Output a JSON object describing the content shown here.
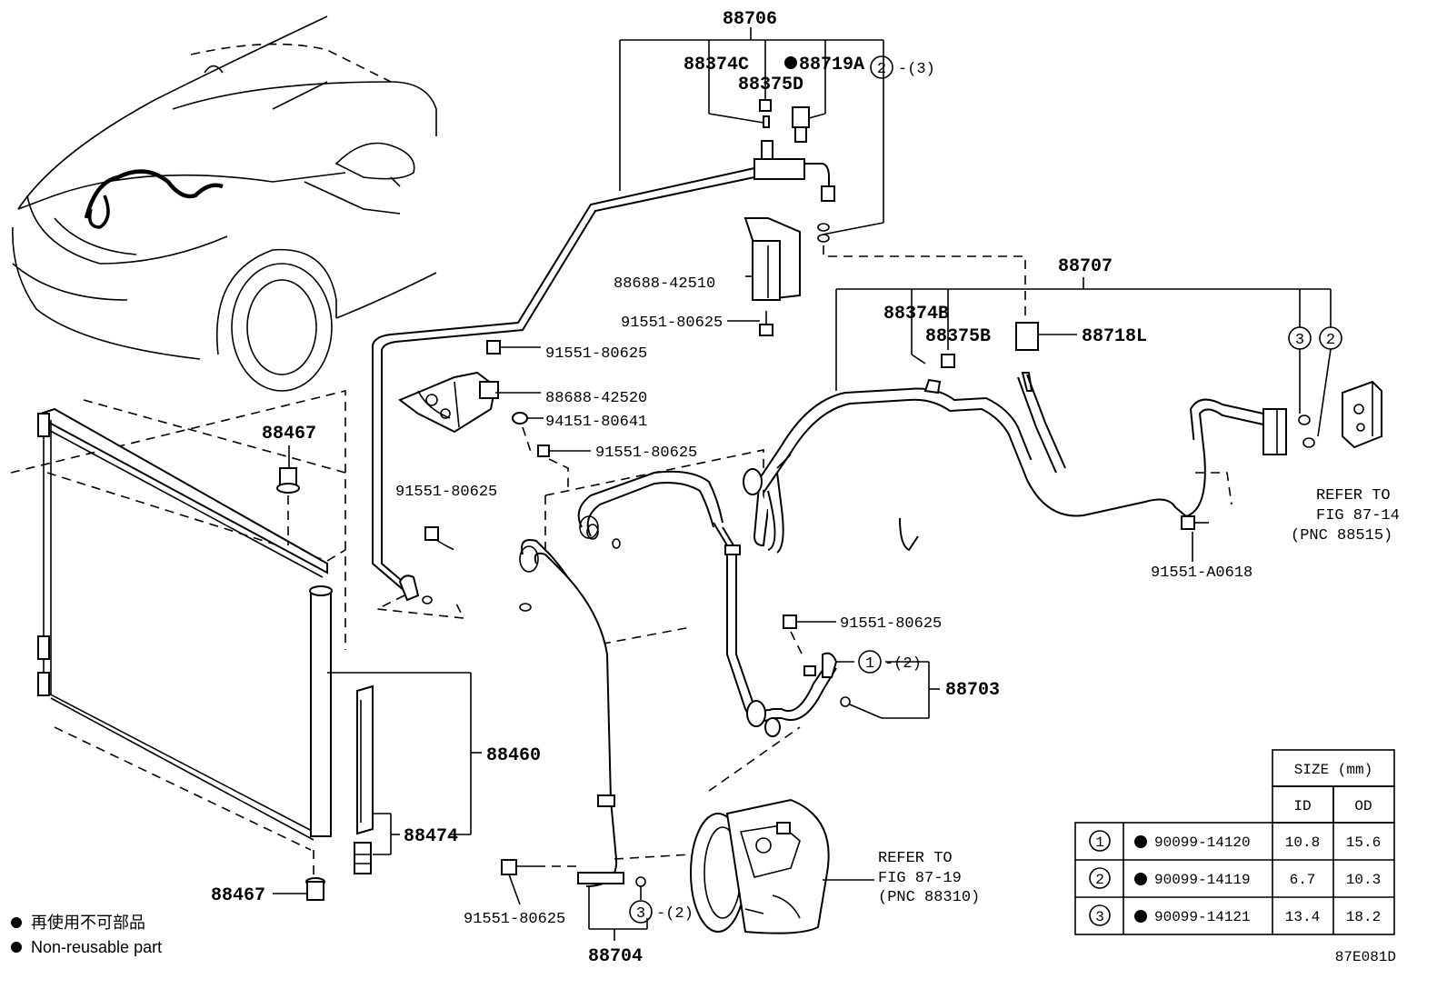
{
  "labels": {
    "p88706": "88706",
    "p88374C": "88374C",
    "p88719A": "88719A",
    "p88375D": "88375D",
    "qty2_top": "-(3)",
    "p88688_42510": "88688-42510",
    "p91551_80625_a": "91551-80625",
    "p91551_80625_b": "91551-80625",
    "p88688_42520": "88688-42520",
    "p94151_80641": "94151-80641",
    "p91551_80625_c": "91551-80625",
    "p91551_80625_d": "91551-80625",
    "p88707": "88707",
    "p88374B": "88374B",
    "p88375B": "88375B",
    "p88718L": "88718L",
    "p91551_A0618": "91551-A0618",
    "p88467_top": "88467",
    "p88467_bottom": "88467",
    "p88460": "88460",
    "p88474": "88474",
    "p91551_80625_e": "91551-80625",
    "p88703": "88703",
    "qty1": "-(2)",
    "p91551_80625_f": "91551-80625",
    "qty3": "-(2)",
    "p88704": "88704",
    "circle1": "1",
    "circle2": "2",
    "circle3": "3",
    "circle2_right": "2",
    "circle3_right": "3"
  },
  "refs": {
    "right": [
      "REFER TO",
      "FIG 87-14",
      "(PNC 88515)"
    ],
    "compressor": [
      "REFER TO",
      "FIG 87-19",
      "(PNC 88310)"
    ]
  },
  "legend": {
    "chinese": "再使用不可部品",
    "english": "Non-reusable part"
  },
  "table": {
    "header_size": "SIZE (mm)",
    "header_id": "ID",
    "header_od": "OD",
    "rows": [
      {
        "no": "1",
        "part": "90099-14120",
        "id": "10.8",
        "od": "15.6"
      },
      {
        "no": "2",
        "part": "90099-14119",
        "id": "6.7",
        "od": "10.3"
      },
      {
        "no": "3",
        "part": "90099-14121",
        "id": "13.4",
        "od": "18.2"
      }
    ]
  },
  "figure_code": "87E081D"
}
